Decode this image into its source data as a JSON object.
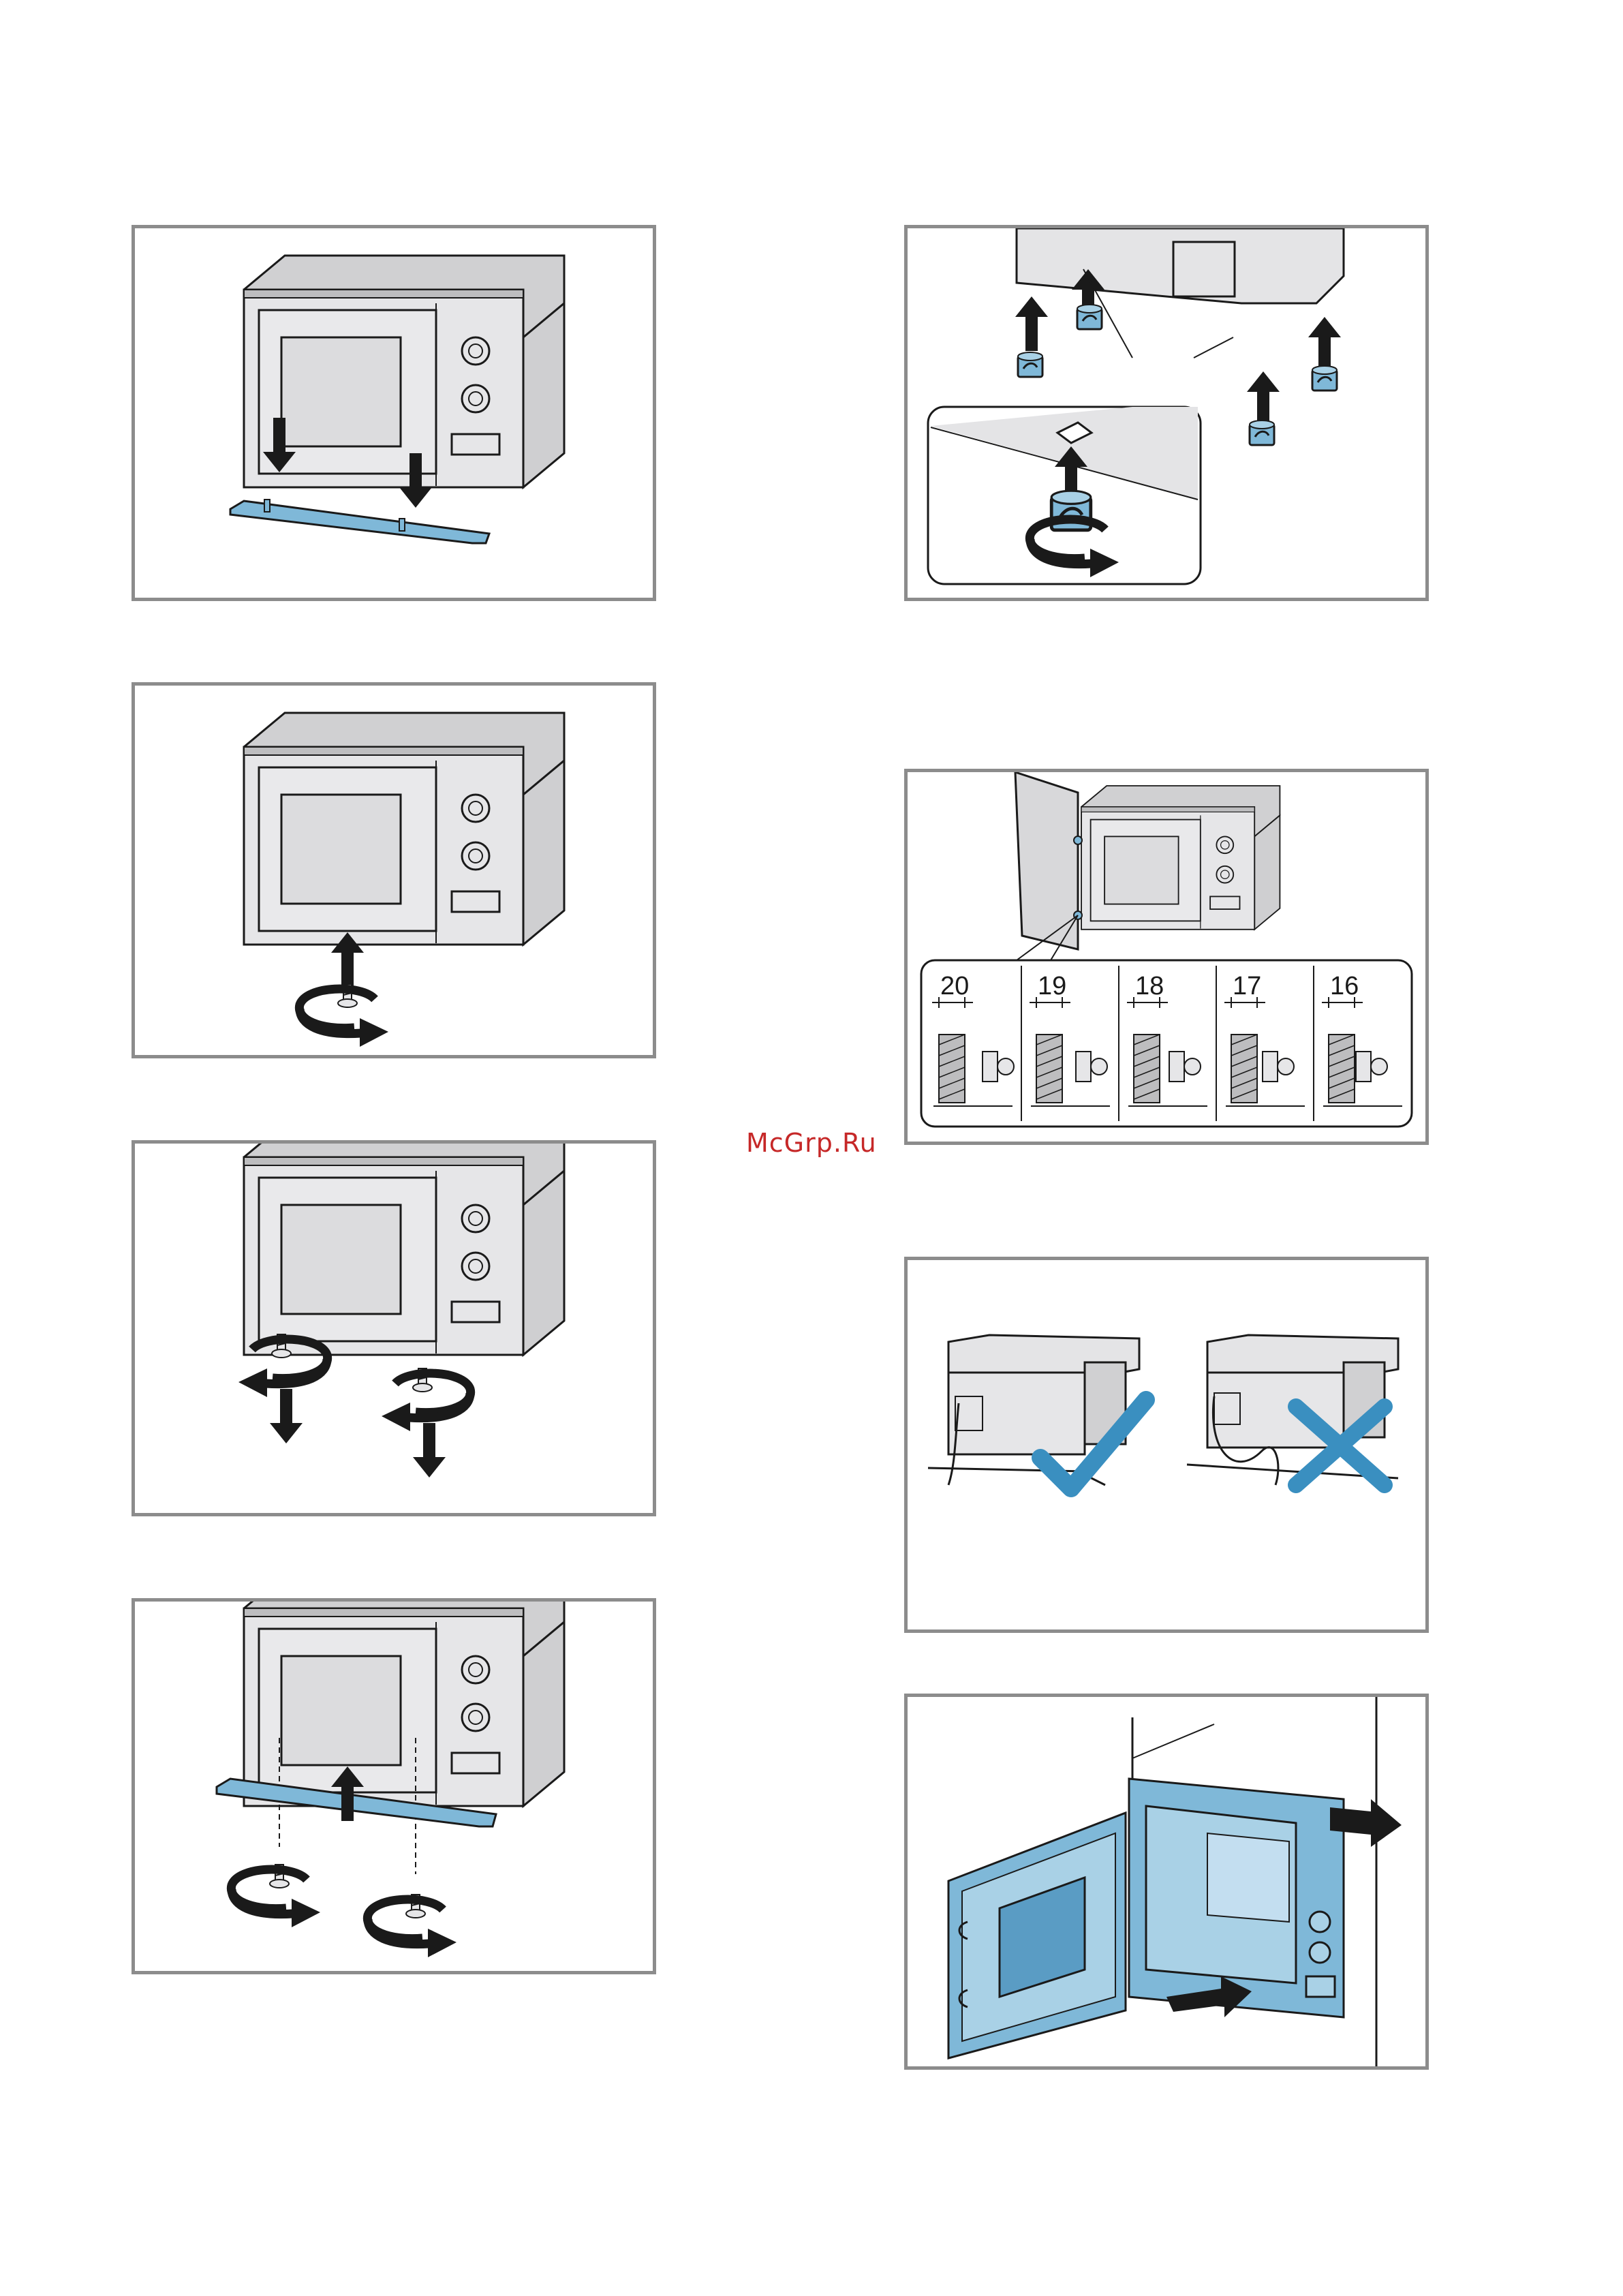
{
  "watermark": "McGrp.Ru",
  "colors": {
    "frame": "#8c8c8c",
    "part_blue": "#7fb8d8",
    "part_blue_dark": "#4a86a8",
    "appliance": "#e4e4e6",
    "ink": "#1a1a1a",
    "check_blue": "#3a8fc0"
  },
  "figures": [
    {
      "id": "left-1",
      "icons": [
        "microwave-icon",
        "trim-strip-icon",
        "arrow-down-icon"
      ]
    },
    {
      "id": "left-2",
      "icons": [
        "microwave-icon",
        "screw-icon",
        "rotate-arrow-icon",
        "arrow-up-icon"
      ]
    },
    {
      "id": "left-3",
      "icons": [
        "microwave-icon",
        "screw-icon",
        "rotate-arrow-icon",
        "arrow-down-icon"
      ]
    },
    {
      "id": "left-4",
      "icons": [
        "microwave-icon",
        "trim-strip-icon",
        "screw-icon",
        "rotate-arrow-icon"
      ]
    },
    {
      "id": "right-1",
      "icons": [
        "foot-icon",
        "arrow-up-icon",
        "rotate-arrow-icon"
      ]
    },
    {
      "id": "right-2",
      "icons": [
        "microwave-icon",
        "spacer-icon"
      ],
      "spacing_values": [
        "20",
        "19",
        "18",
        "17",
        "16"
      ]
    },
    {
      "id": "right-3",
      "icons": [
        "cabinet-icon",
        "check-icon",
        "cross-icon"
      ]
    },
    {
      "id": "right-4",
      "icons": [
        "microwave-open-door-icon",
        "arrow-right-icon"
      ]
    }
  ]
}
